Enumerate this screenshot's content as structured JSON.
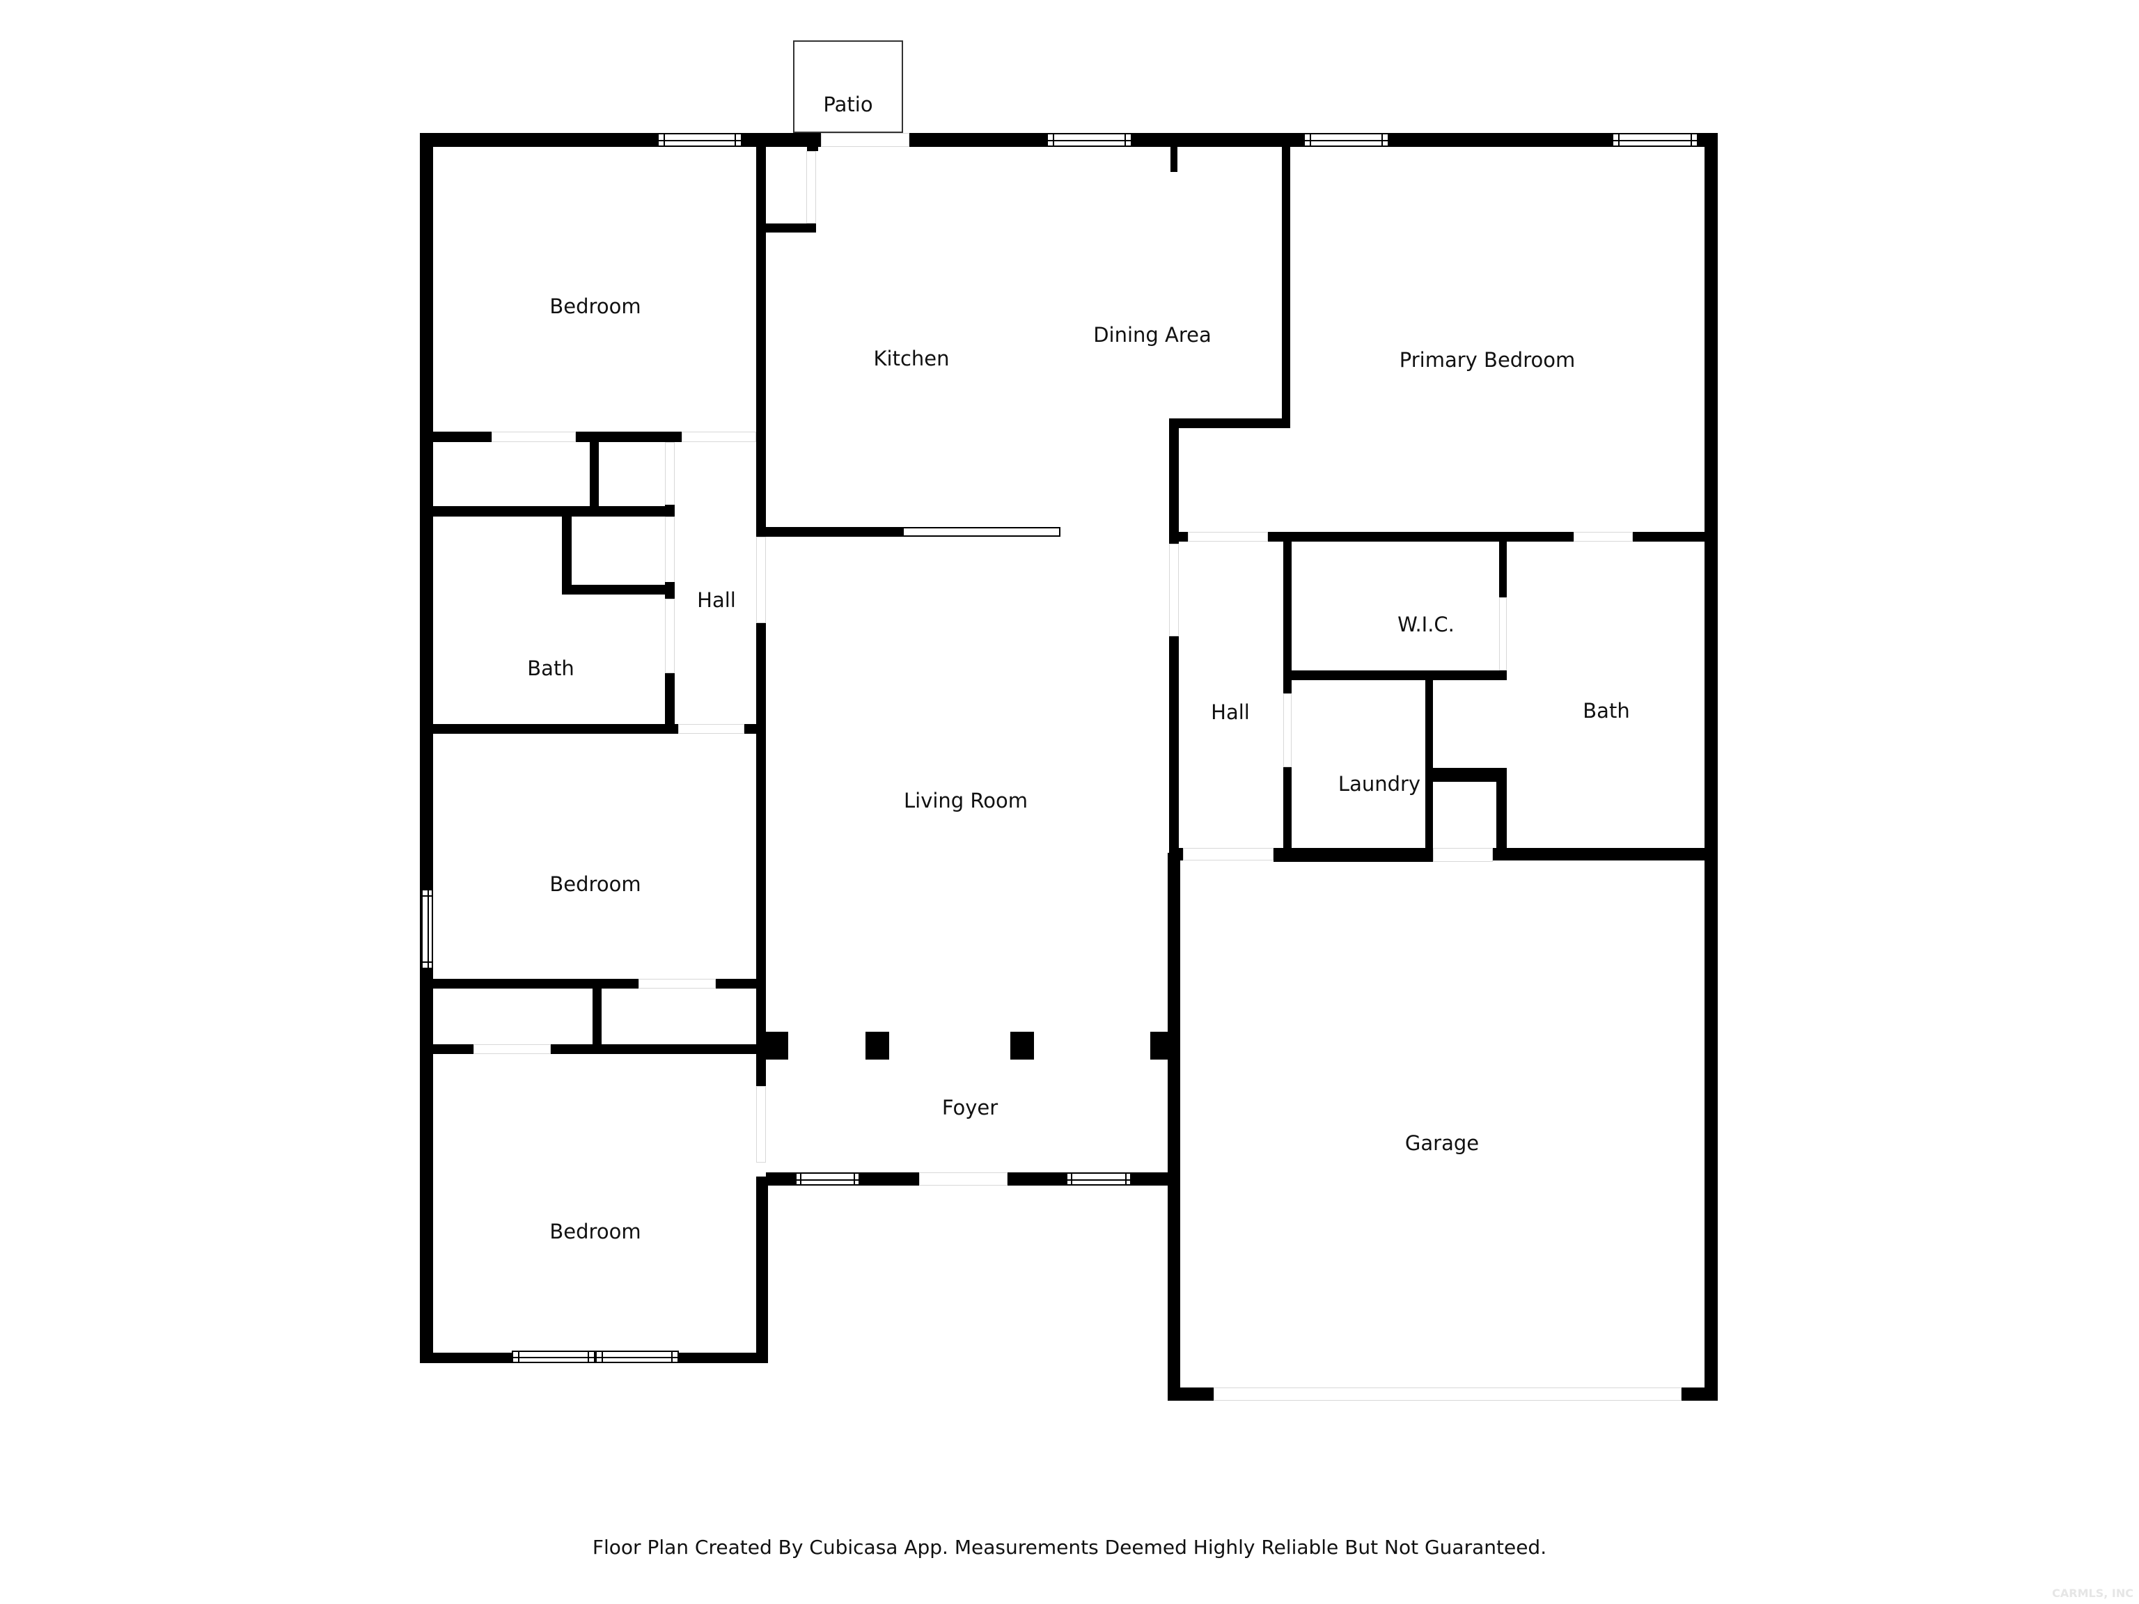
{
  "floor_plan": {
    "rooms": {
      "patio": "Patio",
      "bedroom_top_left": "Bedroom",
      "kitchen": "Kitchen",
      "dining_area": "Dining Area",
      "primary_bedroom": "Primary Bedroom",
      "hall_left": "Hall",
      "bath_left": "Bath",
      "living_room": "Living Room",
      "hall_right": "Hall",
      "wic": "W.I.C.",
      "bath_right": "Bath",
      "laundry": "Laundry",
      "bedroom_middle_left": "Bedroom",
      "foyer": "Foyer",
      "garage": "Garage",
      "bedroom_bottom_left": "Bedroom"
    },
    "colors": {
      "wall": "#000000",
      "background": "#ffffff",
      "door_opening": "#d8d8d8"
    }
  },
  "footer": {
    "disclaimer": "Floor Plan Created By Cubicasa App. Measurements Deemed Highly Reliable But Not Guaranteed."
  },
  "watermark": "CARMLS, INC"
}
